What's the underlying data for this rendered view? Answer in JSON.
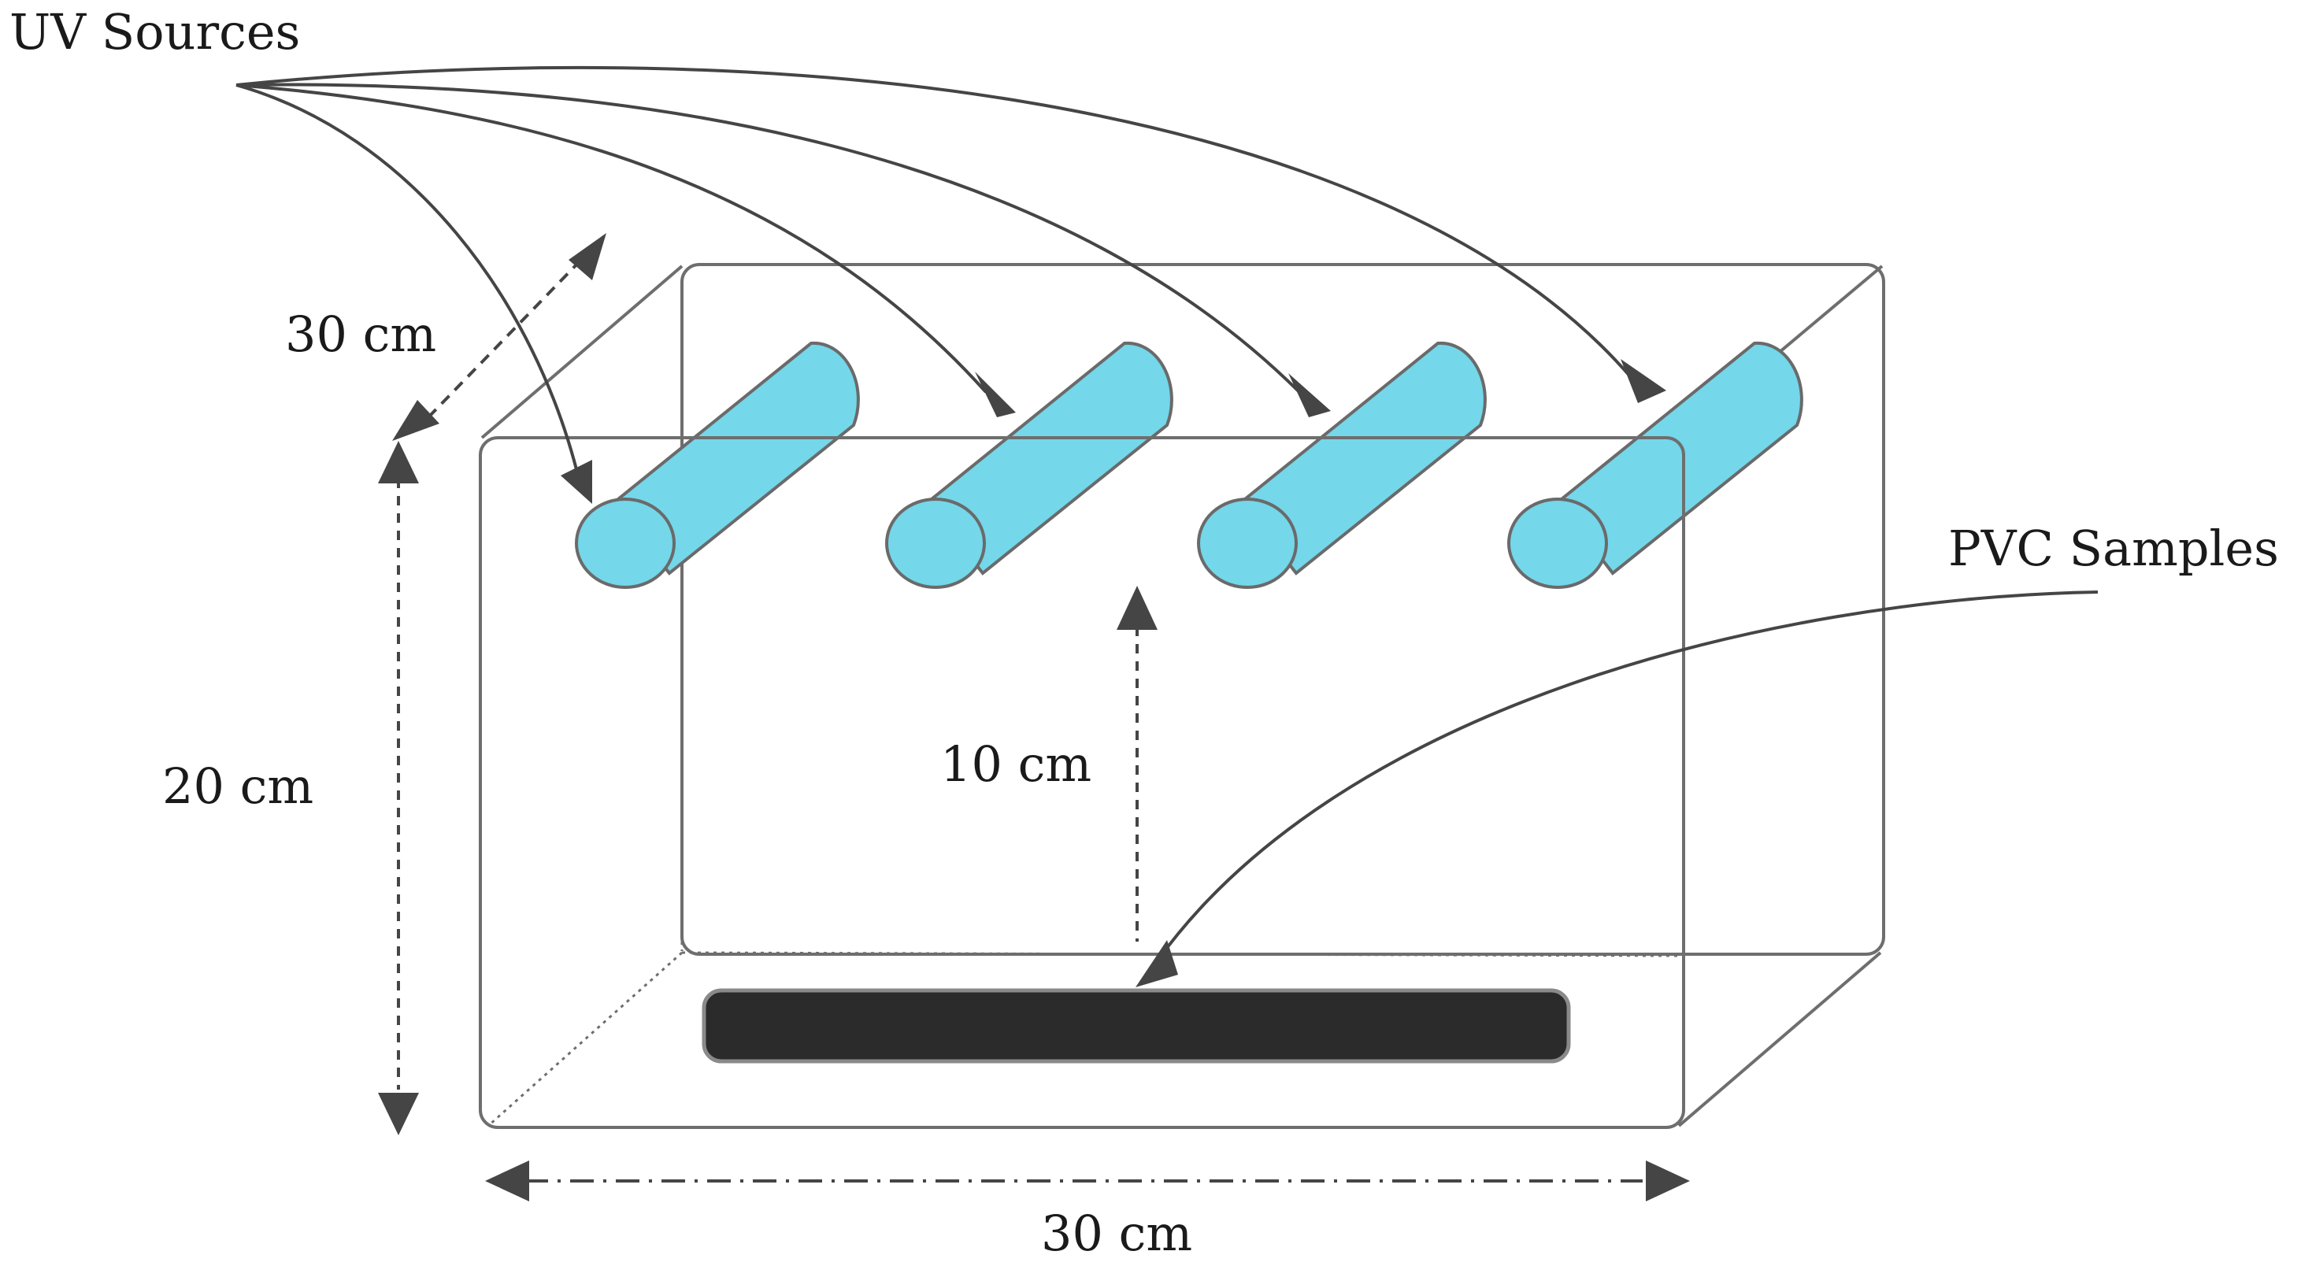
{
  "labels": {
    "uv_sources": "UV Sources",
    "pvc_samples": "PVC Samples",
    "depth": "30 cm",
    "height": "20 cm",
    "lamp_to_sample": "10 cm",
    "width": "30 cm"
  },
  "lamps": [
    {
      "name": "uv-lamp-1"
    },
    {
      "name": "uv-lamp-2"
    },
    {
      "name": "uv-lamp-3"
    },
    {
      "name": "uv-lamp-4"
    }
  ],
  "colors": {
    "lamp_fill": "#74d7ea",
    "box_stroke": "#6e6e6e",
    "arrow": "#454545",
    "sample_fill": "#2b2b2b"
  }
}
